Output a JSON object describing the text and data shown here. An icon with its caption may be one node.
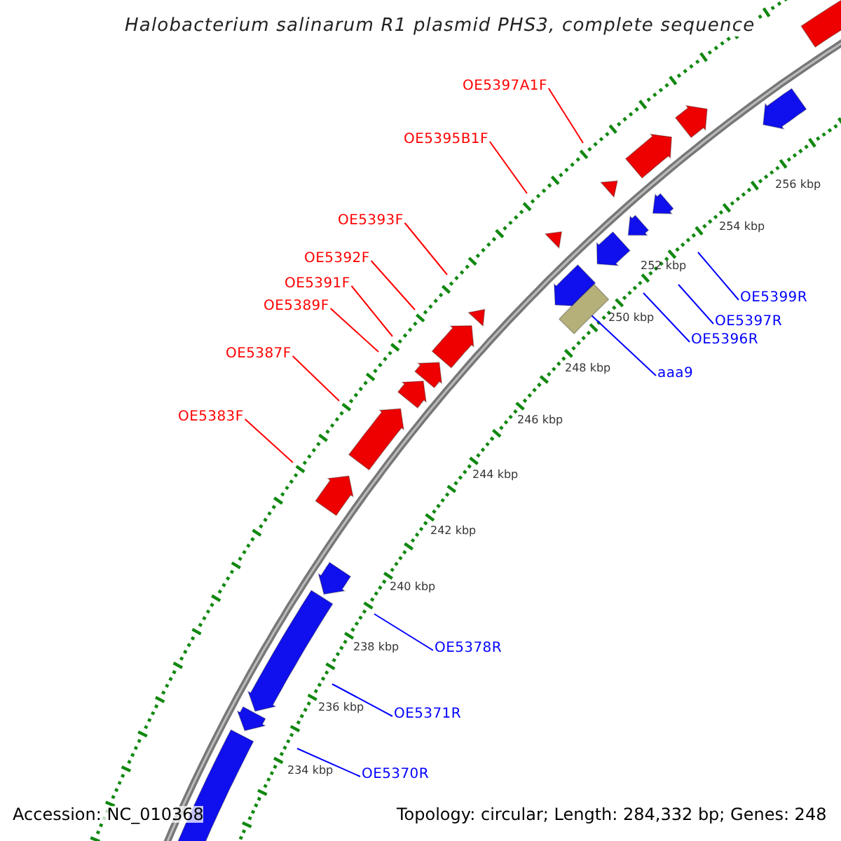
{
  "diagram": {
    "title": "Halobacterium salinarum R1 plasmid PHS3, complete sequence",
    "nodes": [
      {
        "text": [
          "OE5397A1F"
        ]
      },
      {
        "text": [
          "OE5395B1F"
        ]
      },
      {
        "text": [
          "OE5393F"
        ]
      },
      {
        "text": [
          "OE5392F"
        ]
      },
      {
        "text": [
          "OE5391F"
        ]
      },
      {
        "text": [
          "OE5389F"
        ]
      },
      {
        "text": [
          "OE5387F"
        ]
      },
      {
        "text": [
          "OE5383F"
        ]
      },
      {
        "text": [
          "OE5399R"
        ]
      },
      {
        "text": [
          "OE5397R"
        ]
      },
      {
        "text": [
          "OE5396R"
        ]
      },
      {
        "text": [
          "aaa9"
        ]
      },
      {
        "text": [
          "OE5378R"
        ]
      },
      {
        "text": [
          "OE5371R"
        ]
      },
      {
        "text": [
          "OE5370R"
        ]
      },
      {
        "text": [],
        "shape": "bar"
      }
    ],
    "edges": [
      {
        "from": 0,
        "to": null,
        "arrow": "none"
      },
      {
        "from": 1,
        "to": null,
        "arrow": "none"
      },
      {
        "from": 2,
        "to": null,
        "arrow": "none"
      },
      {
        "from": 3,
        "to": null,
        "arrow": "none"
      },
      {
        "from": 4,
        "to": null,
        "arrow": "none"
      },
      {
        "from": 5,
        "to": null,
        "arrow": "none"
      },
      {
        "from": 6,
        "to": null,
        "arrow": "none"
      },
      {
        "from": 7,
        "to": null,
        "arrow": "none"
      },
      {
        "from": 8,
        "to": null,
        "arrow": "none",
        "color": "#0000ff"
      },
      {
        "from": 9,
        "to": null,
        "arrow": "none",
        "color": "#0000ff"
      },
      {
        "from": 10,
        "to": null,
        "arrow": "none",
        "color": "#0000ff"
      },
      {
        "from": 11,
        "to": 15,
        "arrow": "none",
        "color": "#0000ff"
      },
      {
        "from": 12,
        "to": null,
        "arrow": "none",
        "color": "#0000ff"
      },
      {
        "from": 13,
        "to": null,
        "arrow": "none",
        "color": "#0000ff"
      },
      {
        "from": 14,
        "to": null,
        "arrow": "none",
        "color": "#0000ff"
      }
    ],
    "labels": [
      "256 kbp",
      "254 kbp",
      "252 kbp",
      "250 kbp",
      "248 kbp",
      "246 kbp",
      "244 kbp",
      "242 kbp",
      "240 kbp",
      "238 kbp",
      "236 kbp",
      "234 kbp",
      "Accession: NC_010368",
      "Topology: circular; Length: 284,332 bp; Genes: 248"
    ]
  }
}
